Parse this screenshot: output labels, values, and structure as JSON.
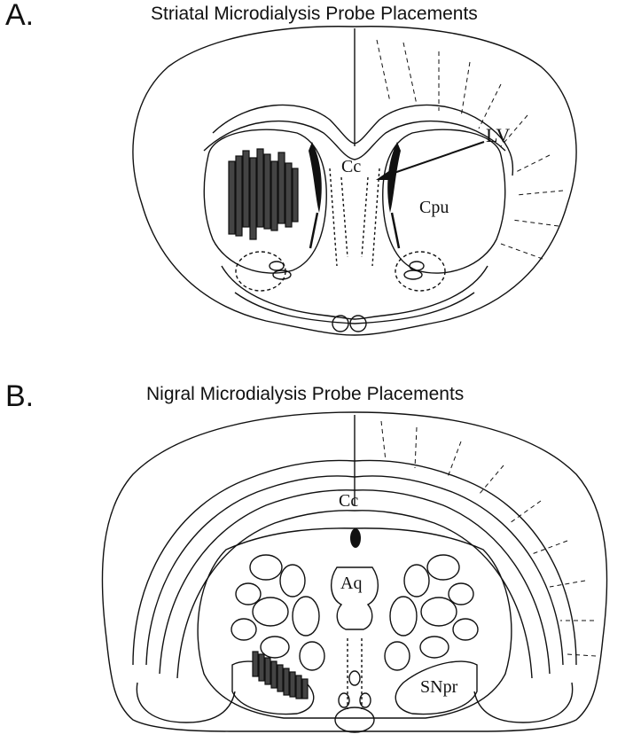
{
  "panel_a": {
    "letter": "A.",
    "title": "Striatal Microdialysis Probe Placements",
    "labels": {
      "cc": "Cc",
      "lv": "LV",
      "cpu": "Cpu"
    }
  },
  "panel_b": {
    "letter": "B.",
    "title": "Nigral Microdialysis Probe Placements",
    "labels": {
      "cc": "Cc",
      "aq": "Aq",
      "snpr": "SNpr"
    }
  },
  "colors": {
    "ink": "#111111",
    "probe": "#333333",
    "background": "#ffffff"
  }
}
